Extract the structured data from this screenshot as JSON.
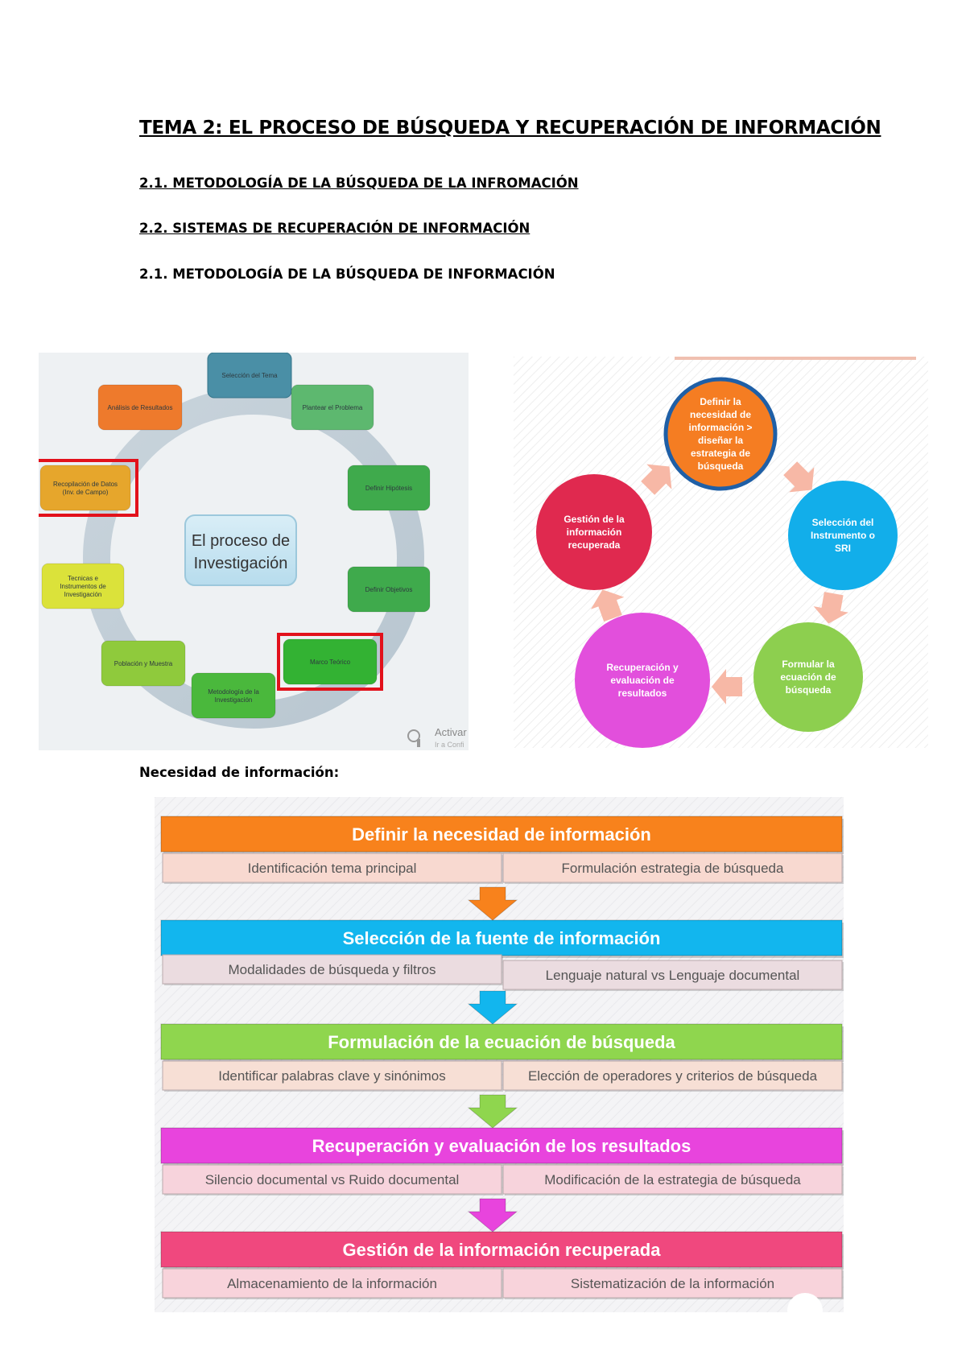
{
  "document": {
    "title": "TEMA 2: EL PROCESO DE BÚSQUEDA Y RECUPERACIÓN DE INFORMACIÓN",
    "toc": [
      "2.1. METODOLOGÍA DE LA BÚSQUEDA DE LA INFROMACIÓN",
      "2.2. SISTEMAS DE RECUPERACIÓN DE INFORMACIÓN"
    ],
    "section_heading": "2.1. METODOLOGÍA DE LA BÚSQUEDA DE INFORMACIÓN",
    "needs_label": "Necesidad de información:"
  },
  "research_cycle": {
    "center": [
      "El proceso de",
      "Investigación"
    ],
    "steps": [
      {
        "lines": [
          "Selección del Tema"
        ],
        "color": "#4a8fa6",
        "highlighted": false
      },
      {
        "lines": [
          "Plantear el Problema"
        ],
        "color": "#5db86f",
        "highlighted": false
      },
      {
        "lines": [
          "Definir Hipótesis"
        ],
        "color": "#3faa4c",
        "highlighted": false
      },
      {
        "lines": [
          "Definir Objetivos"
        ],
        "color": "#3faa4c",
        "highlighted": false
      },
      {
        "lines": [
          "Marco Teórico"
        ],
        "color": "#33b233",
        "highlighted": true
      },
      {
        "lines": [
          "Metodología de la",
          "Investigación"
        ],
        "color": "#4ab83c",
        "highlighted": false
      },
      {
        "lines": [
          "Población y Muestra"
        ],
        "color": "#8fca3c",
        "highlighted": false
      },
      {
        "lines": [
          "Tecnicas e",
          "Instrumentos de",
          "Investigación"
        ],
        "color": "#dbe23a",
        "highlighted": false
      },
      {
        "lines": [
          "Recopilación de Datos",
          "(Inv. de Campo)"
        ],
        "color": "#e6a62c",
        "highlighted": true
      },
      {
        "lines": [
          "Análisis de Resultados"
        ],
        "color": "#ee7a2c",
        "highlighted": false
      }
    ],
    "watermark": [
      "Activar",
      "Ir a Confi"
    ]
  },
  "search_cycle": {
    "nodes": [
      {
        "lines": [
          "Definir la",
          "necesidad de",
          "información >",
          "diseñar la",
          "estrategia de",
          "búsqueda"
        ],
        "color": "#f57d22"
      },
      {
        "lines": [
          "Selección del",
          "Instrumento o",
          "SRI"
        ],
        "color": "#12aeea"
      },
      {
        "lines": [
          "Formular la",
          "ecuación de",
          "búsqueda"
        ],
        "color": "#8dcf4f"
      },
      {
        "lines": [
          "Recuperación y",
          "evaluación de",
          "resultados"
        ],
        "color": "#e24fdc"
      },
      {
        "lines": [
          "Gestión de la",
          "información",
          "recuperada"
        ],
        "color": "#e0294f"
      }
    ]
  },
  "flow": {
    "stages": [
      {
        "title": "Definir la necesidad de información",
        "color": "#f8821c",
        "sub_color": "#f8d9d0",
        "items": [
          "Identificación tema principal",
          "Formulación estrategia de búsqueda"
        ]
      },
      {
        "title": "Selección de la fuente de información",
        "color": "#12b6ee",
        "sub_color": "#ebdce0",
        "items": [
          "Modalidades de búsqueda y filtros",
          "Lenguaje natural vs Lenguaje documental"
        ]
      },
      {
        "title": "Formulación de la ecuación de búsqueda",
        "color": "#8fd64e",
        "sub_color": "#f7dfd5",
        "items": [
          "Identificar palabras clave y sinónimos",
          "Elección de operadores y criterios de búsqueda"
        ]
      },
      {
        "title": "Recuperación y evaluación de los resultados",
        "color": "#e844dd",
        "sub_color": "#f7d3dc",
        "items": [
          "Silencio documental vs Ruido documental",
          "Modificación de la estrategia de búsqueda"
        ]
      },
      {
        "title": "Gestión de la información recuperada",
        "color": "#f0487e",
        "sub_color": "#f8d3db",
        "items": [
          "Almacenamiento de la información",
          "Sistematización de la información"
        ]
      }
    ]
  }
}
